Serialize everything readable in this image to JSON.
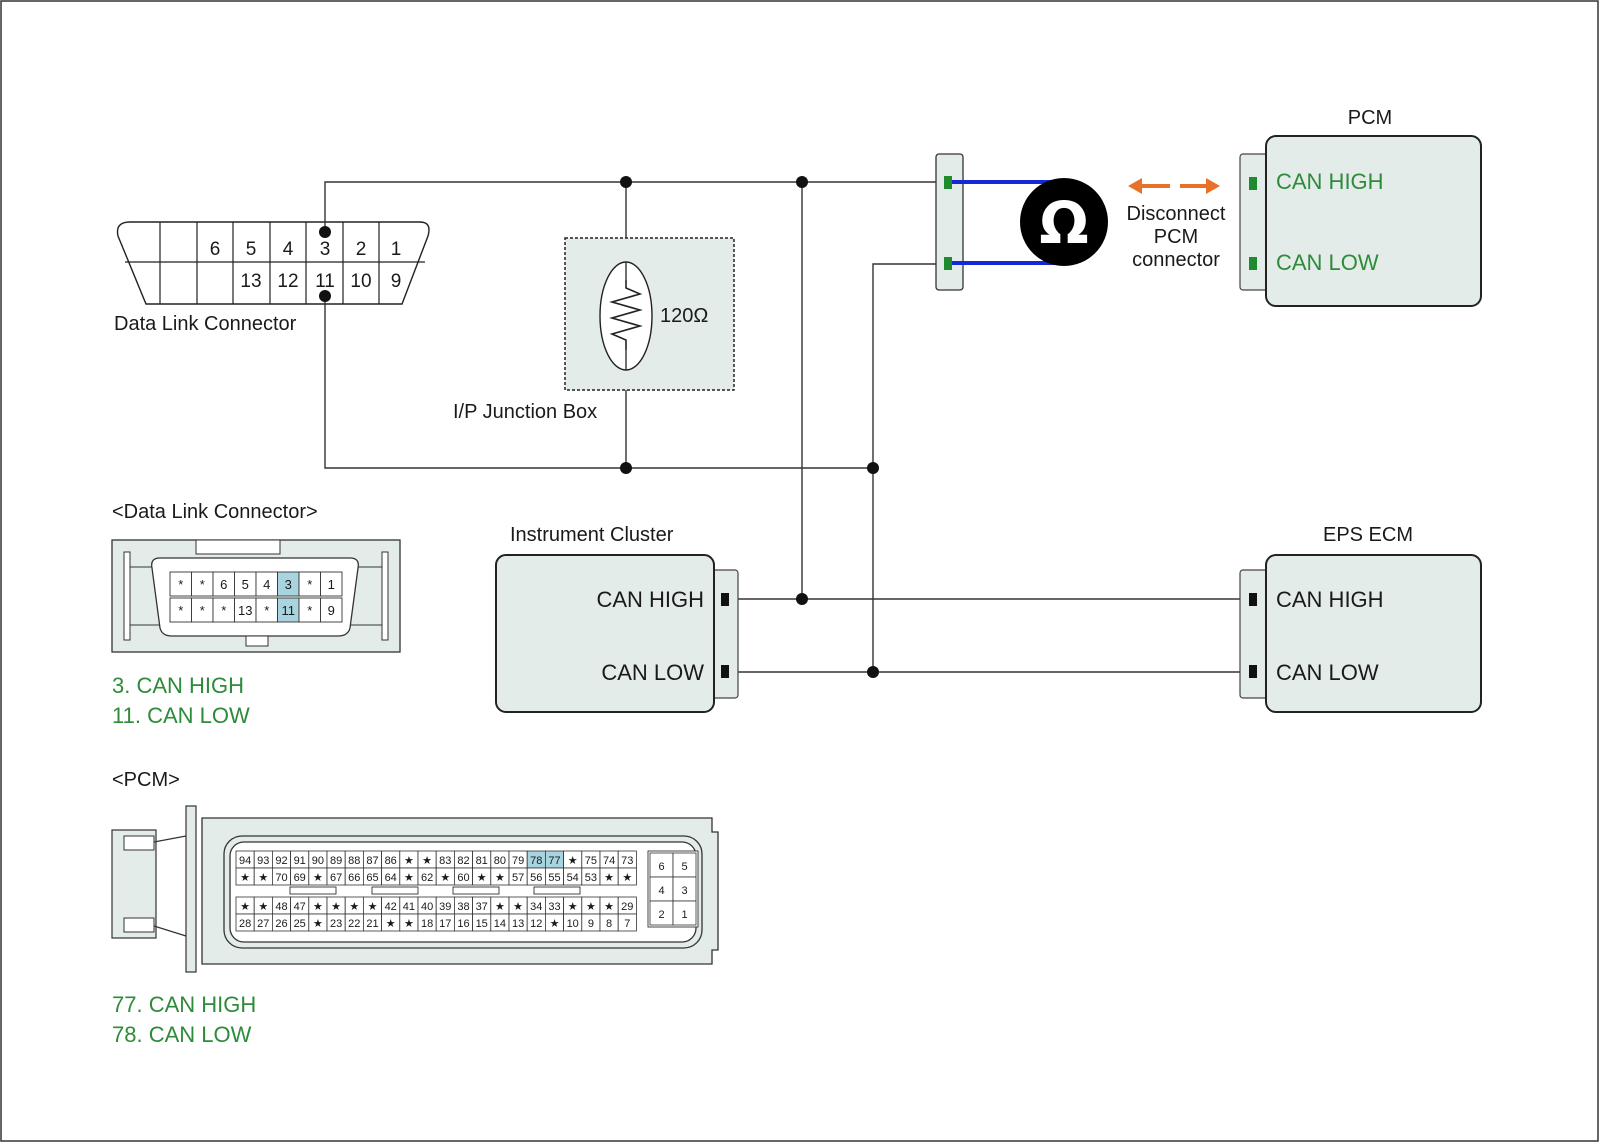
{
  "dlc_top": {
    "pins_row1": [
      "6",
      "5",
      "4",
      "3",
      "2",
      "1"
    ],
    "pins_row2": [
      "13",
      "12",
      "11",
      "10",
      "9"
    ],
    "label": "Data Link Connector"
  },
  "junction_box": {
    "resistor": "120Ω",
    "label": "I/P Junction Box"
  },
  "ohmmeter": {
    "symbol": "Ω",
    "note_lines": [
      "Disconnect",
      "PCM",
      "connector"
    ]
  },
  "pcm": {
    "title": "PCM",
    "can_high": "CAN HIGH",
    "can_low": "CAN LOW"
  },
  "instrument_cluster": {
    "title": "Instrument Cluster",
    "can_high": "CAN HIGH",
    "can_low": "CAN LOW"
  },
  "eps_ecm": {
    "title": "EPS ECM",
    "can_high": "CAN HIGH",
    "can_low": "CAN LOW"
  },
  "dlc_face": {
    "title": "<Data Link Connector>",
    "row1": [
      "*",
      "*",
      "6",
      "5",
      "4",
      "3",
      "*",
      "1"
    ],
    "row2": [
      "*",
      "*",
      "*",
      "13",
      "*",
      "11",
      "*",
      "9"
    ],
    "legend": [
      "3. CAN HIGH",
      "11. CAN LOW"
    ]
  },
  "pcm_face": {
    "title": "<PCM>",
    "row1": [
      "94",
      "93",
      "92",
      "91",
      "90",
      "89",
      "88",
      "87",
      "86",
      "★",
      "★",
      "83",
      "82",
      "81",
      "80",
      "79",
      "78",
      "77",
      "★",
      "75",
      "74",
      "73"
    ],
    "row2": [
      "★",
      "★",
      "70",
      "69",
      "★",
      "67",
      "66",
      "65",
      "64",
      "★",
      "62",
      "★",
      "60",
      "★",
      "★",
      "57",
      "56",
      "55",
      "54",
      "53",
      "★",
      "★"
    ],
    "row3": [
      "★",
      "★",
      "48",
      "47",
      "★",
      "★",
      "★",
      "★",
      "42",
      "41",
      "40",
      "39",
      "38",
      "37",
      "★",
      "★",
      "34",
      "33",
      "★",
      "★",
      "★",
      "29"
    ],
    "row4": [
      "28",
      "27",
      "26",
      "25",
      "★",
      "23",
      "22",
      "21",
      "★",
      "★",
      "18",
      "17",
      "16",
      "15",
      "14",
      "13",
      "12",
      "★",
      "10",
      "9",
      "8",
      "7"
    ],
    "side_block": [
      [
        "6",
        "5"
      ],
      [
        "4",
        "3"
      ],
      [
        "2",
        "1"
      ]
    ],
    "legend": [
      "77. CAN HIGH",
      "78. CAN LOW"
    ]
  },
  "colors": {
    "green_text": "#2e8b3a",
    "meter_lead": "#1428d8",
    "arrow": "#e8712a",
    "highlight": "#a8d4e0",
    "box_fill": "#e4ece9"
  }
}
